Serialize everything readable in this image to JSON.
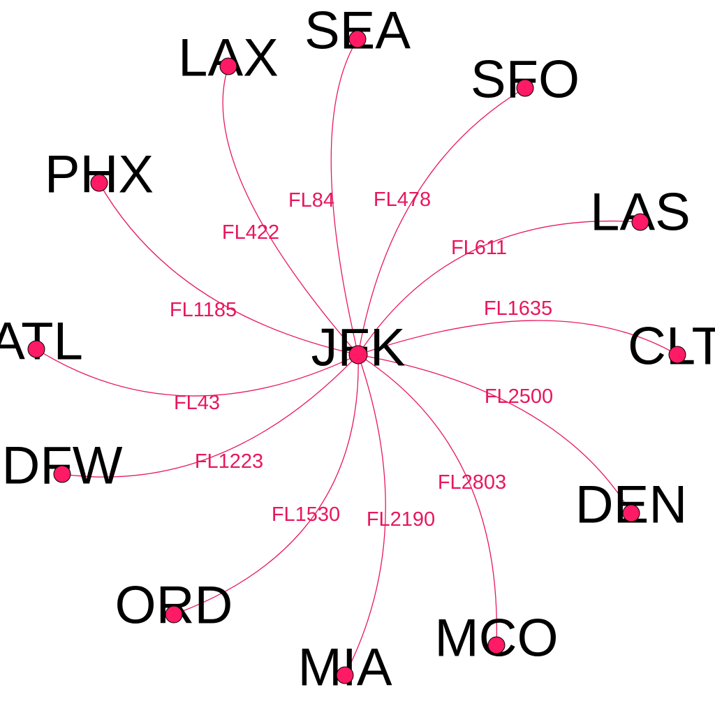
{
  "graph": {
    "center": "JFK",
    "colors": {
      "edge": "#e8175d",
      "node": "#ff1a66",
      "node_outline": "#000000",
      "node_label": "#000000"
    },
    "edges": [
      {
        "source": "JFK",
        "target": "SEA",
        "label": "FL84"
      },
      {
        "source": "JFK",
        "target": "SFO",
        "label": "FL478"
      },
      {
        "source": "JFK",
        "target": "LAX",
        "label": "FL422"
      },
      {
        "source": "JFK",
        "target": "LAS",
        "label": "FL611"
      },
      {
        "source": "JFK",
        "target": "PHX",
        "label": "FL1185"
      },
      {
        "source": "JFK",
        "target": "CLT",
        "label": "FL1635"
      },
      {
        "source": "JFK",
        "target": "ATL",
        "label": "FL43"
      },
      {
        "source": "JFK",
        "target": "DEN",
        "label": "FL2500"
      },
      {
        "source": "JFK",
        "target": "DFW",
        "label": "FL1223"
      },
      {
        "source": "JFK",
        "target": "MCO",
        "label": "FL2803"
      },
      {
        "source": "JFK",
        "target": "ORD",
        "label": "FL1530"
      },
      {
        "source": "JFK",
        "target": "MIA",
        "label": "FL2190"
      }
    ]
  }
}
